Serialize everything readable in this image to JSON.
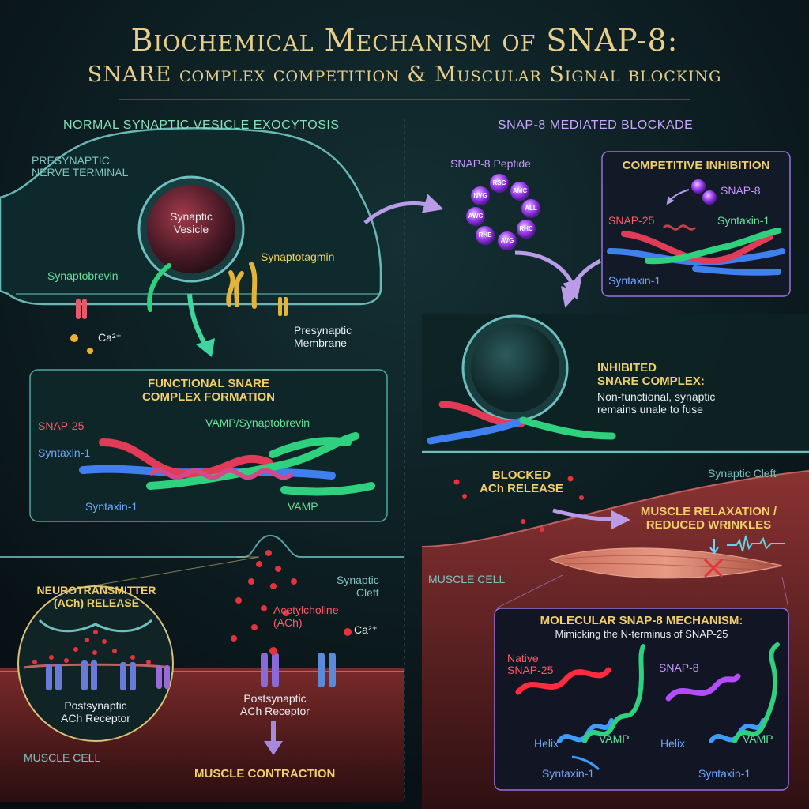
{
  "title": "Biochemical Mechanism of SNAP-8:",
  "subtitle": "SNARE complex competition & Muscular Signal blocking",
  "left": {
    "header": "NORMAL SYNAPTIC VESICLE EXOCYTOSIS",
    "terminal_label": "PRESYNAPTIC\nNERVE TERMINAL",
    "vesicle_label": "Synaptic\nVesicle",
    "synaptotagmin": "Synaptotagmin",
    "synaptobrevin": "Synaptobrevin",
    "calcium": "Ca²⁺",
    "membrane_label": "Presynaptic\nMembrane",
    "snare_box": {
      "title": "FUNCTIONAL SNARE\nCOMPLEX FORMATION",
      "snap25": "SNAP-25",
      "syntaxin_top": "Syntaxin-1",
      "vamp_top": "VAMP/Synaptobrevin",
      "syntaxin_bottom": "Syntaxin-1",
      "vamp_bottom": "VAMP"
    },
    "release_title": "NEUROTRANSMITTER\n(ACh) RELEASE",
    "receptor_inset": "Postsynaptic\nACh Receptor",
    "synaptic_cleft": "Synaptic\nCleft",
    "acetylcholine": "Acetylcholine\n(ACh)",
    "calcium2": "Ca²⁺",
    "receptor": "Postsynaptic\nACh Receptor",
    "muscle_cell": "MUSCLE CELL",
    "contraction": "MUSCLE CONTRACTION"
  },
  "right": {
    "header": "SNAP-8 MEDIATED BLOCKADE",
    "peptide_label": "SNAP-8 Peptide",
    "peptide_residues": [
      "RSC",
      "AMC",
      "ALL",
      "RHC",
      "AVG",
      "RHE",
      "AWC",
      "NVG"
    ],
    "competitive": {
      "title": "COMPETITIVE INHIBITION",
      "snap8": "SNAP-8",
      "snap25": "SNAP-25",
      "syntaxin_right": "Syntaxin-1",
      "syntaxin_bottom": "Syntaxin-1"
    },
    "inhibited_title": "INHIBITED\nSNARE COMPLEX:",
    "inhibited_desc": "Non-functional, synaptic\nremains unale to fuse",
    "synaptic_cleft": "Synaptic Cleft",
    "blocked": "BLOCKED\nACh RELEASE",
    "relaxation": "MUSCLE RELAXATION /\nREDUCED WRINKLES",
    "muscle_cell": "MUSCLE CELL",
    "molecular": {
      "title": "MOLECULAR SNAP-8 MECHANISM:",
      "subtitle": "Mimicking the N-terminus of SNAP-25",
      "native": "Native\nSNAP-25",
      "snap8": "SNAP-8",
      "helix_left": "Helix",
      "vamp_left": "VAMP",
      "syntaxin_left": "Syntaxin-1",
      "helix_right": "Helix",
      "vamp_right": "VAMP",
      "syntaxin_right": "Syntaxin-1"
    }
  },
  "colors": {
    "gold": "#e7cf8a",
    "snap25": "#e23b57",
    "syntaxin": "#3f7ff0",
    "vamp": "#2fd17e",
    "snap8": "#a45cff"
  }
}
